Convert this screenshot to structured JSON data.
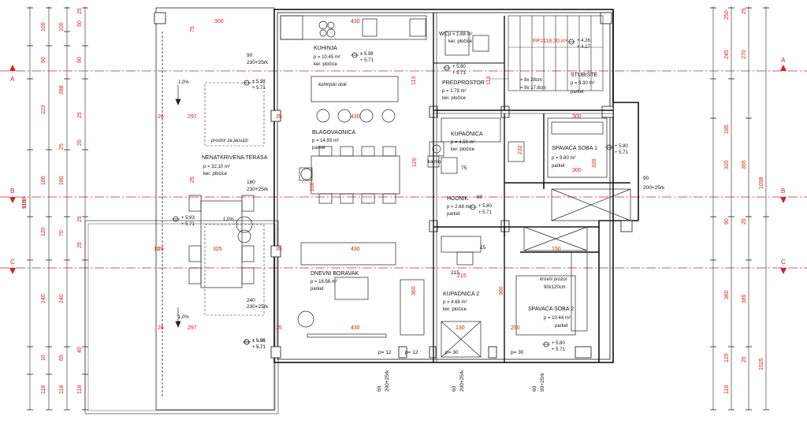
{
  "sections": [
    "A",
    "B",
    "C"
  ],
  "room_labels": {
    "kuhinja": {
      "name": "KUHINJA",
      "area": "p = 10.45 m²",
      "floor": "ker. pločice"
    },
    "blago": {
      "name": "BLAGOVAONICA",
      "area": "p = 14.93 m²",
      "floor": "parket"
    },
    "terasa": {
      "name": "NENATKRIVENA TERASA",
      "area": "p = 32.10 m²",
      "floor": "ker. pločice"
    },
    "dnevni": {
      "name": "DNEVNI BORAVAK",
      "area": "p = 16.56 m²",
      "floor": "parket"
    },
    "predprostor": {
      "name": "PREDPROSTOR",
      "area": "p = 1.79 m²",
      "floor": "ker. pločice"
    },
    "wc": {
      "name": "WC",
      "area": "p = 1.68 m²",
      "floor": "ker. pločice"
    },
    "kupaonica1": {
      "name": "KUPAONICA",
      "area": "p = 4.59 m²",
      "floor": "ker. pločice"
    },
    "hodnik": {
      "name": "HODNIK",
      "area": "p = 2.68 m²",
      "floor": "parket"
    },
    "kupaonica2": {
      "name": "KUPAONICA 2",
      "area": "p = 4.68 m²",
      "floor": "ker. pločice"
    },
    "spavaca1": {
      "name": "SPAVAĆA SOBA 1",
      "area": "p = 9.60 m²",
      "floor": "parket"
    },
    "spavaca2": {
      "name": "SPAVAĆA SOBA 2",
      "area": "p = 10.44 m²",
      "floor": "parket"
    },
    "stubiste": {
      "name": "STUBIŠTE",
      "area": "p = 9.30 m²",
      "floor": "parket"
    }
  },
  "notes": {
    "kuhinjski_otok": "kuhinjski otok",
    "prostor_jacuzzi": "prostor za jacuzzi",
    "kamin": "kamin",
    "krovni_prozor": "krovni prozor",
    "krovni_prozor_dim": "90x120cm",
    "stair_1": "= 8x 28cm",
    "stair_2": "= 9x 17.8cm",
    "pitch_1": "1,0%",
    "pitch_2": "1,0%",
    "pitch_3": "1,0%",
    "fp": "FP=118.30 m²"
  },
  "levels": [
    {
      "top": "± 5.98",
      "bot": "+ 5.71"
    },
    {
      "top": "± 5.98",
      "bot": "+ 5.71"
    },
    {
      "top": "+ 5.93",
      "bot": "+ 5.71"
    },
    {
      "top": "± 5.98",
      "bot": "+ 5.71"
    },
    {
      "top": "+ 5.80",
      "bot": "+ 5.71"
    },
    {
      "top": "+ 4.26",
      "bot": "+ 4.17"
    },
    {
      "top": "+ 5.80",
      "bot": "+ 5.71"
    },
    {
      "top": "+ 5.80",
      "bot": "+ 5.71"
    },
    {
      "top": "+ 5.80",
      "bot": "+ 5.71"
    },
    {
      "top": "± 5.98",
      "bot": "+ 5.71"
    }
  ],
  "dims_left_col1": [
    "100",
    "90",
    "223",
    "180",
    "120",
    "240",
    "10",
    "118"
  ],
  "dims_left_col2": [
    "100",
    "288",
    "25",
    "180",
    "70",
    "240",
    "65",
    "118"
  ],
  "dims_left_col3": [
    "25",
    "50",
    "90",
    "25",
    "25",
    "25",
    "25",
    "40",
    "118"
  ],
  "dims_left_total": [
    "918",
    "1156"
  ],
  "dims_right_col1": [
    "250",
    "245",
    "185",
    "320",
    "90",
    "360",
    "125",
    "118"
  ],
  "dims_right_col2": [
    "25",
    "270",
    "365",
    "25",
    "385",
    "25"
  ],
  "dims_right_total": [
    "1038",
    "1025"
  ],
  "dims_red": [
    "300",
    "430",
    "297",
    "430",
    "325",
    "297",
    "430",
    "430",
    "300",
    "300",
    "150",
    "130",
    "290",
    "215",
    "360",
    "360",
    "168",
    "125",
    "232",
    "320",
    "113",
    "113",
    "75",
    "25",
    "26",
    "26",
    "26",
    "35",
    "35",
    "35",
    "10"
  ],
  "dims_openings": [
    "90",
    "230+25rk",
    "180",
    "230+25rk",
    "240",
    "230+25rk",
    "90",
    "200+25rk",
    "60",
    "200+25rk",
    "60",
    "200+25rk",
    "60",
    "90+25rk",
    "p= 12",
    "p= 12",
    "p= 30",
    "p= 30",
    "80",
    "75",
    "215",
    "15"
  ]
}
